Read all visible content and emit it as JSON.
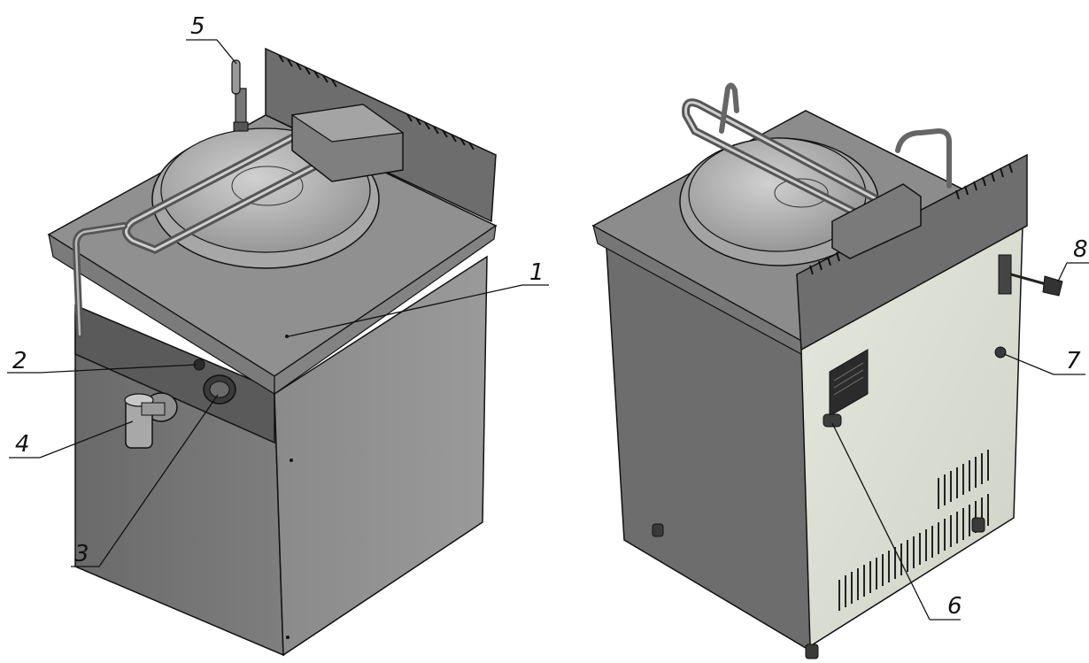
{
  "colors": {
    "background": "#ffffff",
    "steel_top": "#8e8e8e",
    "steel_dark": "#5e5e5e",
    "steel_mid": "#7a7a7a",
    "rear_panel": "#d9ddd2",
    "lid": "#b9b9b9",
    "outline": "#111111"
  },
  "views": [
    {
      "name": "front-view"
    },
    {
      "name": "rear-view"
    }
  ],
  "callouts": [
    {
      "number": "1",
      "part": "top-panel"
    },
    {
      "number": "2",
      "part": "indicator-lamp"
    },
    {
      "number": "3",
      "part": "control-knob"
    },
    {
      "number": "4",
      "part": "drain-valve"
    },
    {
      "number": "5",
      "part": "water-fill-tap"
    },
    {
      "number": "6",
      "part": "rear-connector"
    },
    {
      "number": "7",
      "part": "cable-gland"
    },
    {
      "number": "8",
      "part": "power-plug"
    }
  ]
}
